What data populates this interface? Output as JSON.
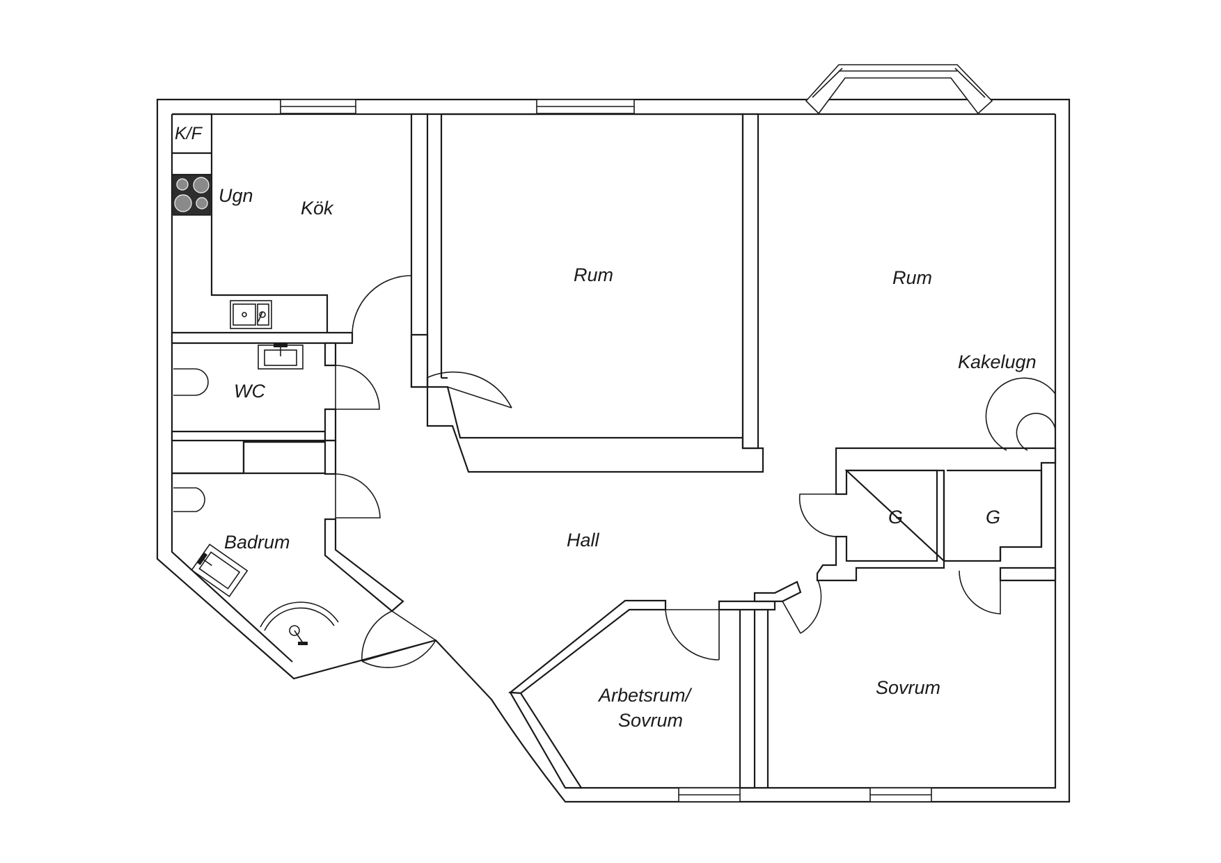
{
  "rooms": {
    "kitchen": "Kök",
    "fridge_freezer": "K/F",
    "oven": "Ugn",
    "living_room_1": "Rum",
    "living_room_2": "Rum",
    "tiled_stove": "Kakelugn",
    "wc": "WC",
    "bathroom": "Badrum",
    "hall": "Hall",
    "closet_1": "G",
    "closet_2": "G",
    "study_line1": "Arbetsrum/",
    "study_line2": "Sovrum",
    "bedroom": "Sovrum"
  }
}
